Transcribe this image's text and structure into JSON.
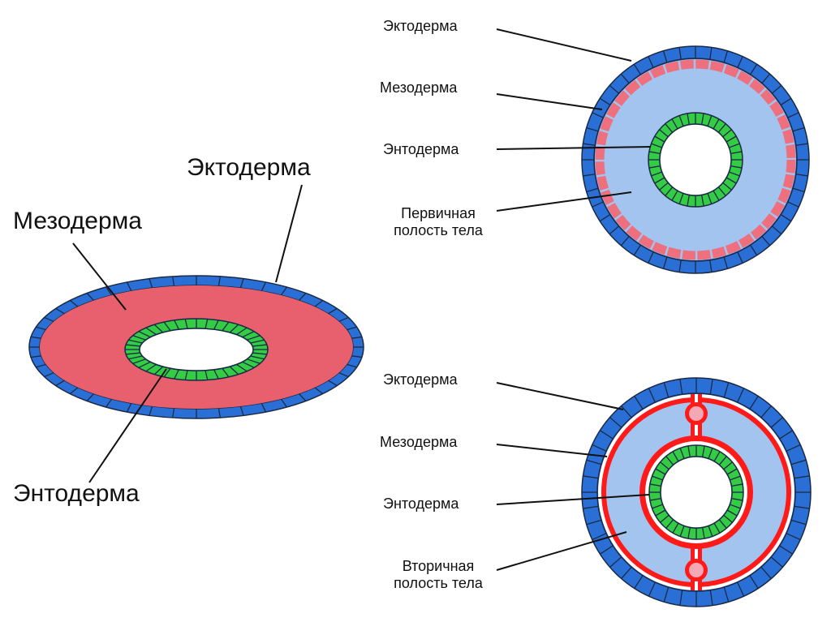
{
  "left_diagram": {
    "ectoderm": "Эктодерма",
    "mesoderm": "Мезодерма",
    "endoderm": "Энтодерма"
  },
  "top_right_diagram": {
    "ectoderm": "Эктодерма",
    "mesoderm": "Мезодерма",
    "endoderm": "Энтодерма",
    "cavity_line1": "Первичная",
    "cavity_line2": "полость тела"
  },
  "bottom_right_diagram": {
    "ectoderm": "Эктодерма",
    "mesoderm": "Мезодерма",
    "endoderm": "Энтодерма",
    "cavity_line1": "Вторичная",
    "cavity_line2": "полость тела"
  },
  "colors": {
    "ectoderm": "#2a6fd6",
    "mesoderm_primary": "#ee6f7e",
    "mesoderm_left": "#e8606e",
    "mesoderm_secondary": "#ff1a1a",
    "endoderm": "#33cc44",
    "cavity": "#a3c4ee"
  }
}
